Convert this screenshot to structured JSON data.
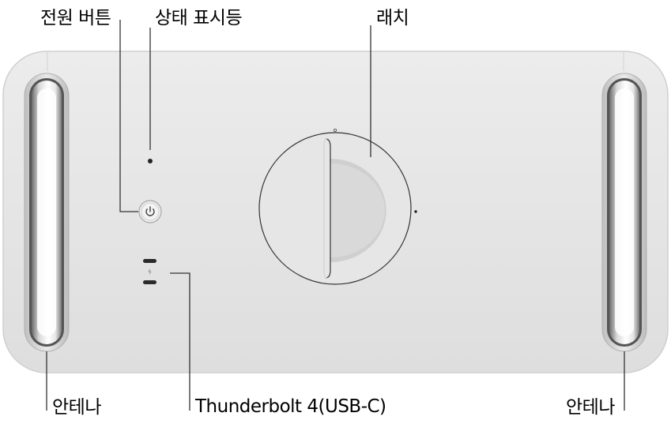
{
  "callouts": {
    "power_button": "전원 버튼",
    "status_indicator": "상태 표시등",
    "latch": "래치",
    "antenna_left": "안테나",
    "thunderbolt": "Thunderbolt 4(USB-C)",
    "antenna_right": "안테나"
  },
  "colors": {
    "chassis": "#e4e4e4",
    "chassis_edge": "#cfcfcf",
    "leader_line": "#333333",
    "handle_inner": "#ffffff",
    "handle_rim": "#5a5a5a"
  }
}
